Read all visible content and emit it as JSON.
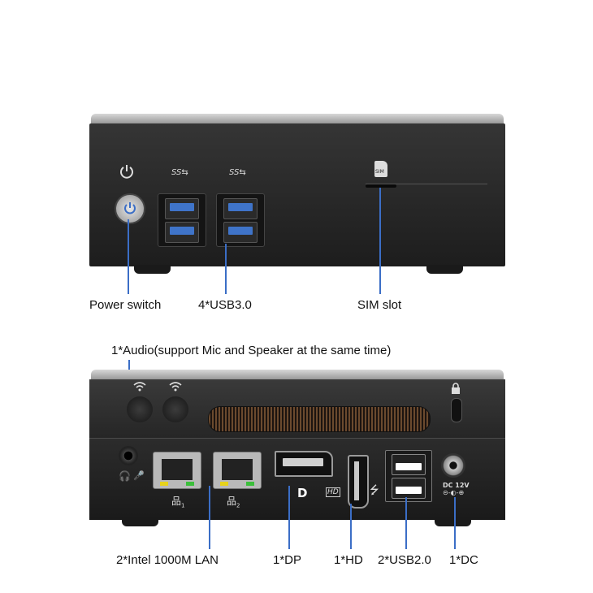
{
  "labels": {
    "power_switch": "Power switch",
    "usb3": "4*USB3.0",
    "sim_slot": "SIM slot",
    "audio": "1*Audio(support Mic and Speaker at the same time)",
    "lan": "2*Intel 1000M LAN",
    "dp": "1*DP",
    "hd": "1*HD",
    "usb2": "2*USB2.0",
    "dc": "1*DC"
  },
  "device_markings": {
    "usb3_logo": "SS",
    "sim_icon_text": "SIM",
    "dc_text": "DC 12V",
    "dp_logo": "D",
    "hd_logo": "HD",
    "lan_port_1": "1",
    "lan_port_2": "2"
  },
  "colors": {
    "callout_line": "#3b6ec6",
    "device_body": "#2b2b2b",
    "usb3_tongue": "#3f74c9"
  },
  "icons": [
    "power-icon",
    "wifi-icon",
    "lock-icon",
    "headphone-icon",
    "mic-icon",
    "usb-icon",
    "lan-icon",
    "sim-icon"
  ]
}
